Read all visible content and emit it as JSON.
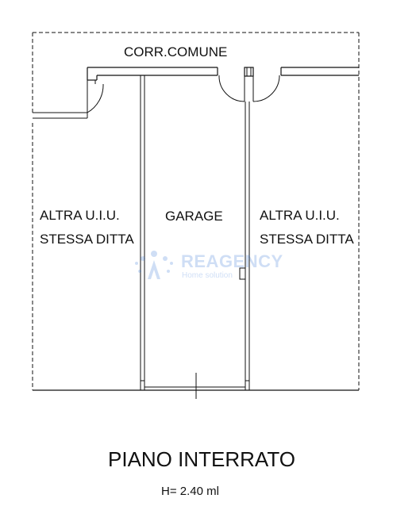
{
  "floor_plan": {
    "corridor_label": "CORR.COMUNE",
    "left_unit_line1": "ALTRA U.I.U.",
    "left_unit_line2": "STESSA DITTA",
    "garage_label": "GARAGE",
    "right_unit_line1": "ALTRA U.I.U.",
    "right_unit_line2": "STESSA DITTA"
  },
  "floor_title": "PIANO INTERRATO",
  "height_note": "H= 2.40 ml",
  "watermark": {
    "brand": "REAGENCY",
    "tagline": "Home solution",
    "icon": "people-logo-icon",
    "color": "#2a6fd6"
  },
  "colors": {
    "lines": "#111111",
    "background": "#ffffff"
  }
}
